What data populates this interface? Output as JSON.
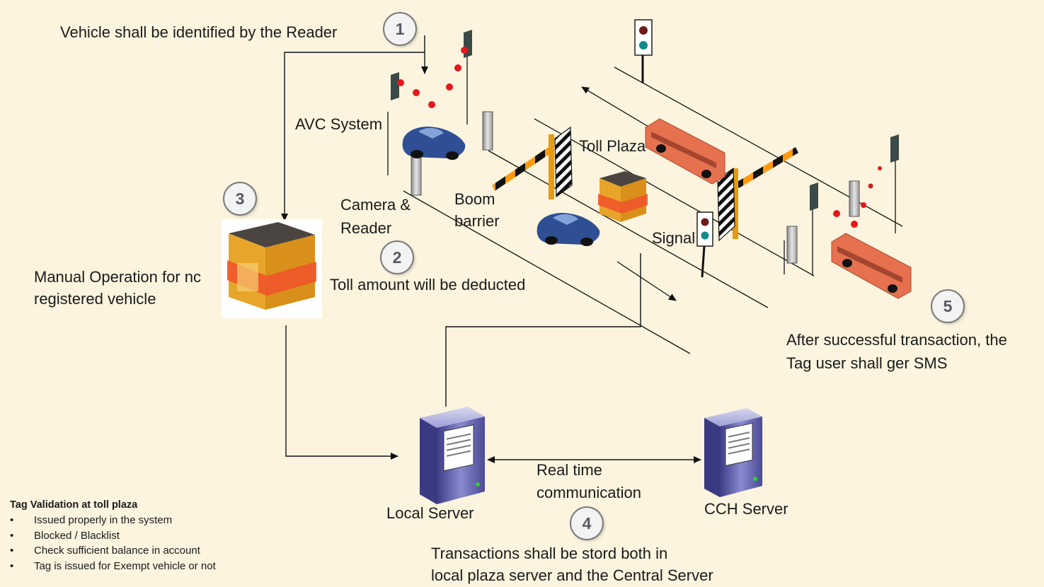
{
  "steps": [
    "1",
    "2",
    "3",
    "4",
    "5"
  ],
  "labels": {
    "reader_identification": "Vehicle shall be identified by the Reader",
    "avc_system": "AVC System",
    "camera_reader_line1": "Camera &",
    "camera_reader_line2": "Reader",
    "boom_barrier_line1": "Boom",
    "boom_barrier_line2": "barrier",
    "toll_plaza": "Toll Plaza",
    "signal": "Signal",
    "toll_deducted": "Toll amount will be deducted",
    "manual_op_line1": "Manual Operation for nc",
    "manual_op_line2": "registered vehicle",
    "sms_line1": "After successful transaction, the",
    "sms_line2": "Tag user shall ger SMS",
    "local_server": "Local Server",
    "cch_server": "CCH Server",
    "realtime_line1": "Real time",
    "realtime_line2": "communication",
    "stored_line1": "Transactions shall be stord both in",
    "stored_line2": "local plaza server and the Central Server"
  },
  "tag_validation": {
    "title": "Tag Validation at toll plaza",
    "items": [
      "Issued properly in the system",
      "Blocked / Blacklist",
      "Check sufficient balance in account",
      "Tag is issued for Exempt vehicle or not"
    ]
  },
  "colors": {
    "background": "#fcf4de",
    "car": "#2f4f95",
    "bus": "#e5714f",
    "booth_roof": "#4a4540",
    "booth_body": "#e7a52a",
    "booth_band": "#f0552a",
    "reader_dot": "#e6161c",
    "server": "#6d6db0",
    "signal_red": "#6e1a1a",
    "signal_green": "#0f8a8a",
    "boom_stripe": "#ff9a10"
  },
  "icons": [
    "car-icon",
    "bus-icon",
    "toll-booth-icon",
    "server-icon",
    "traffic-signal-icon",
    "boom-barrier-icon",
    "reader-pole-icon",
    "gate-post-icon"
  ]
}
